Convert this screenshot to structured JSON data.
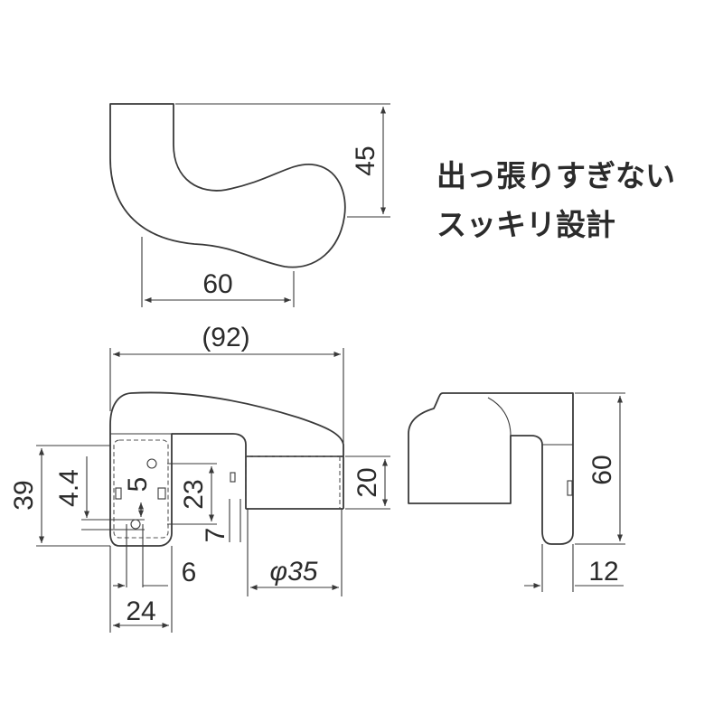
{
  "caption": {
    "line1": "出っ張りすぎない",
    "line2": "スッキリ設計"
  },
  "dimensions": {
    "top_height": "45",
    "top_width": "60",
    "overall_length": "(92)",
    "base_height": "39",
    "hole_offset": "4.4",
    "hole_pitch": "5",
    "slot_height": "23",
    "slot_offset": "7",
    "edge_offset": "6",
    "base_width": "24",
    "knob_height": "20",
    "knob_diameter": "φ35",
    "side_height": "60",
    "side_depth": "12"
  }
}
